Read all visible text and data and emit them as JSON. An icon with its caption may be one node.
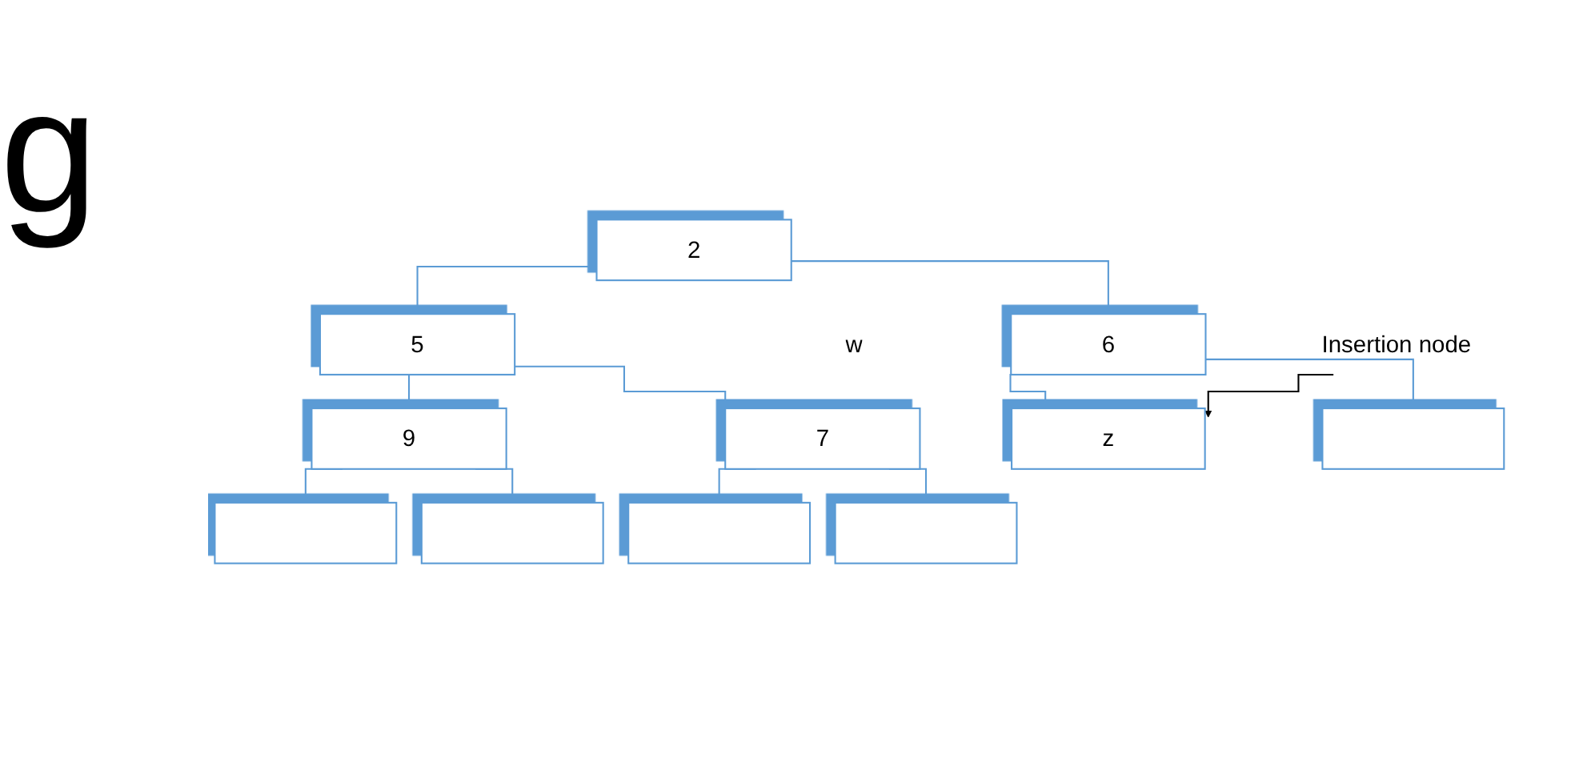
{
  "diagram": {
    "nodes": [
      {
        "text": [
          "2"
        ]
      },
      {
        "text": [
          "5"
        ]
      },
      {
        "text": [
          "6"
        ]
      },
      {
        "text": [
          "9"
        ]
      },
      {
        "text": [
          "7"
        ],
        "beside": [
          "w"
        ]
      },
      {
        "text": [
          "z"
        ]
      },
      {
        "text": [],
        "shape": "box"
      },
      {
        "text": [],
        "shape": "box"
      },
      {
        "text": [],
        "shape": "box"
      },
      {
        "text": [],
        "shape": "box"
      },
      {
        "text": [],
        "shape": "box"
      },
      {
        "text": [
          "Insertion node"
        ]
      }
    ],
    "edges": [
      {
        "from": 0,
        "to": 1,
        "arrow": "none"
      },
      {
        "from": 0,
        "to": 2,
        "arrow": "none"
      },
      {
        "from": 1,
        "to": 3,
        "arrow": "none"
      },
      {
        "from": 1,
        "to": 4,
        "arrow": "none"
      },
      {
        "from": 2,
        "to": 5,
        "arrow": "none"
      },
      {
        "from": 2,
        "to": 6,
        "arrow": "none"
      },
      {
        "from": 3,
        "to": 7,
        "arrow": "none"
      },
      {
        "from": 3,
        "to": 8,
        "arrow": "none"
      },
      {
        "from": 4,
        "to": 9,
        "arrow": "none"
      },
      {
        "from": 4,
        "to": 10,
        "arrow": "none"
      },
      {
        "from": 11,
        "to": 5,
        "arrow": "to",
        "color": "#000000"
      }
    ],
    "labels": [
      "g"
    ]
  }
}
